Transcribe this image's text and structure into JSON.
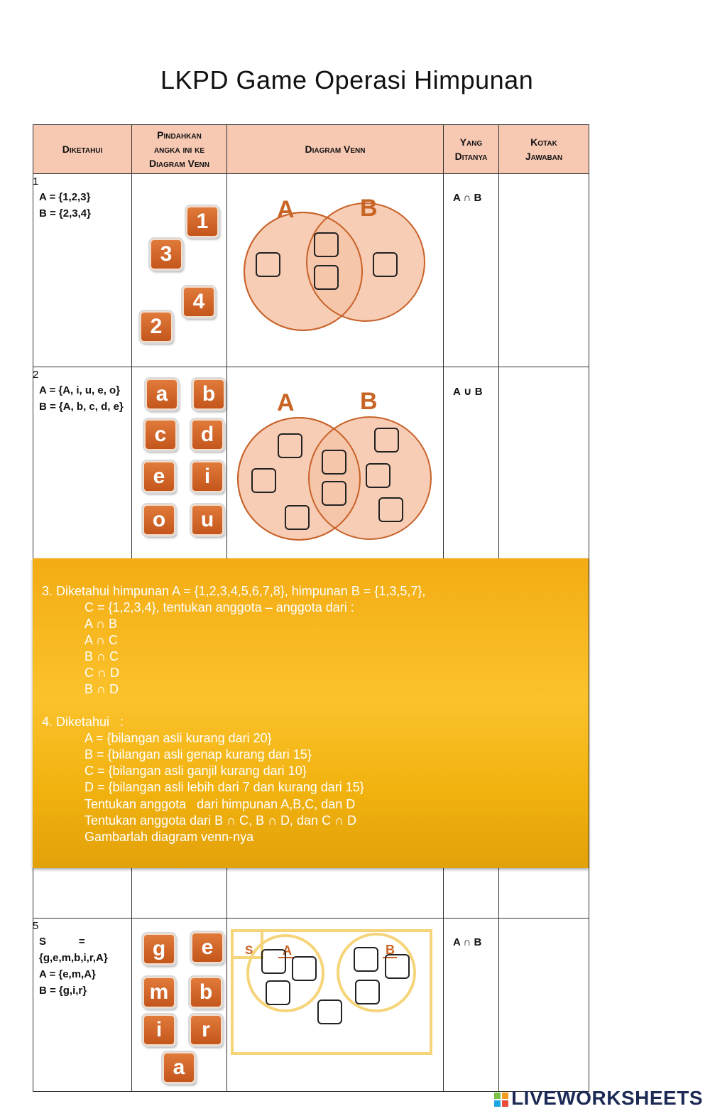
{
  "title": "LKPD Game Operasi Himpunan",
  "headers": {
    "diketahui": "Diketahui",
    "pindahkan_1": "Pindahkan",
    "pindahkan_2": "angka ini ke",
    "pindahkan_3": "Diagram Venn",
    "diagram": "Diagram Venn",
    "ditanya_1": "Yang",
    "ditanya_2": "Ditanya",
    "kotak_1": "Kotak",
    "kotak_2": "Jawaban"
  },
  "rows": [
    {
      "number": "1",
      "known": "A = {1,2,3}\nB = {2,3,4}",
      "tiles": [
        "1",
        "3",
        "4",
        "2"
      ],
      "set_a": "A",
      "set_b": "B",
      "asked": "A ∩ B"
    },
    {
      "number": "2",
      "known": "A = {A, i, u, e, o}\nB = {A, b, c, d, e}",
      "tiles": [
        "a",
        "b",
        "c",
        "d",
        "e",
        "i",
        "o",
        "u"
      ],
      "set_a": "A",
      "set_b": "B",
      "asked": "A ∪ B"
    },
    {
      "number": "5",
      "known": "S           =\n{g,e,m,b,i,r,A}\nA = {e,m,A}\nB = {g,i,r}",
      "tiles": [
        "g",
        "e",
        "m",
        "b",
        "i",
        "r",
        "a"
      ],
      "set_s": "S",
      "set_a": "A",
      "set_b": "B",
      "asked": "A ∩ B"
    }
  ],
  "overlay": {
    "q3_line1": "3. Diketahui himpunan A = {1,2,3,4,5,6,7,8}, himpunan B = {1,3,5,7},",
    "q3_line2": "C = {1,2,3,4}, tentukan anggota – anggota dari :",
    "q3_items": [
      "A ∩ B",
      "A ∩ C",
      "B ∩ C",
      "C ∩ D",
      "B ∩ D"
    ],
    "q4_line1": "4. Diketahui   :",
    "q4_items": [
      "A = {bilangan asli kurang dari 20}",
      "B = {bilangan asli genap kurang dari 15}",
      "C = {bilangan asli ganjil kurang dari 10}",
      "D = {bilangan asli lebih dari 7 dan kurang dari 15}",
      "Tentukan anggota   dari himpunan A,B,C, dan D",
      "Tentukan anggota dari B ∩ C, B ∩ D, dan C ∩ D",
      "Gambarlah diagram venn-nya"
    ]
  },
  "brand": "LIVEWORKSHEETS",
  "colors": {
    "header_bg": "#f7c9b3",
    "tile": "#d8652a",
    "venn_fill": "#f6c4a8",
    "venn_stroke": "#c8632a",
    "overlay": "#f6b514",
    "universe": "#f6d57a"
  }
}
